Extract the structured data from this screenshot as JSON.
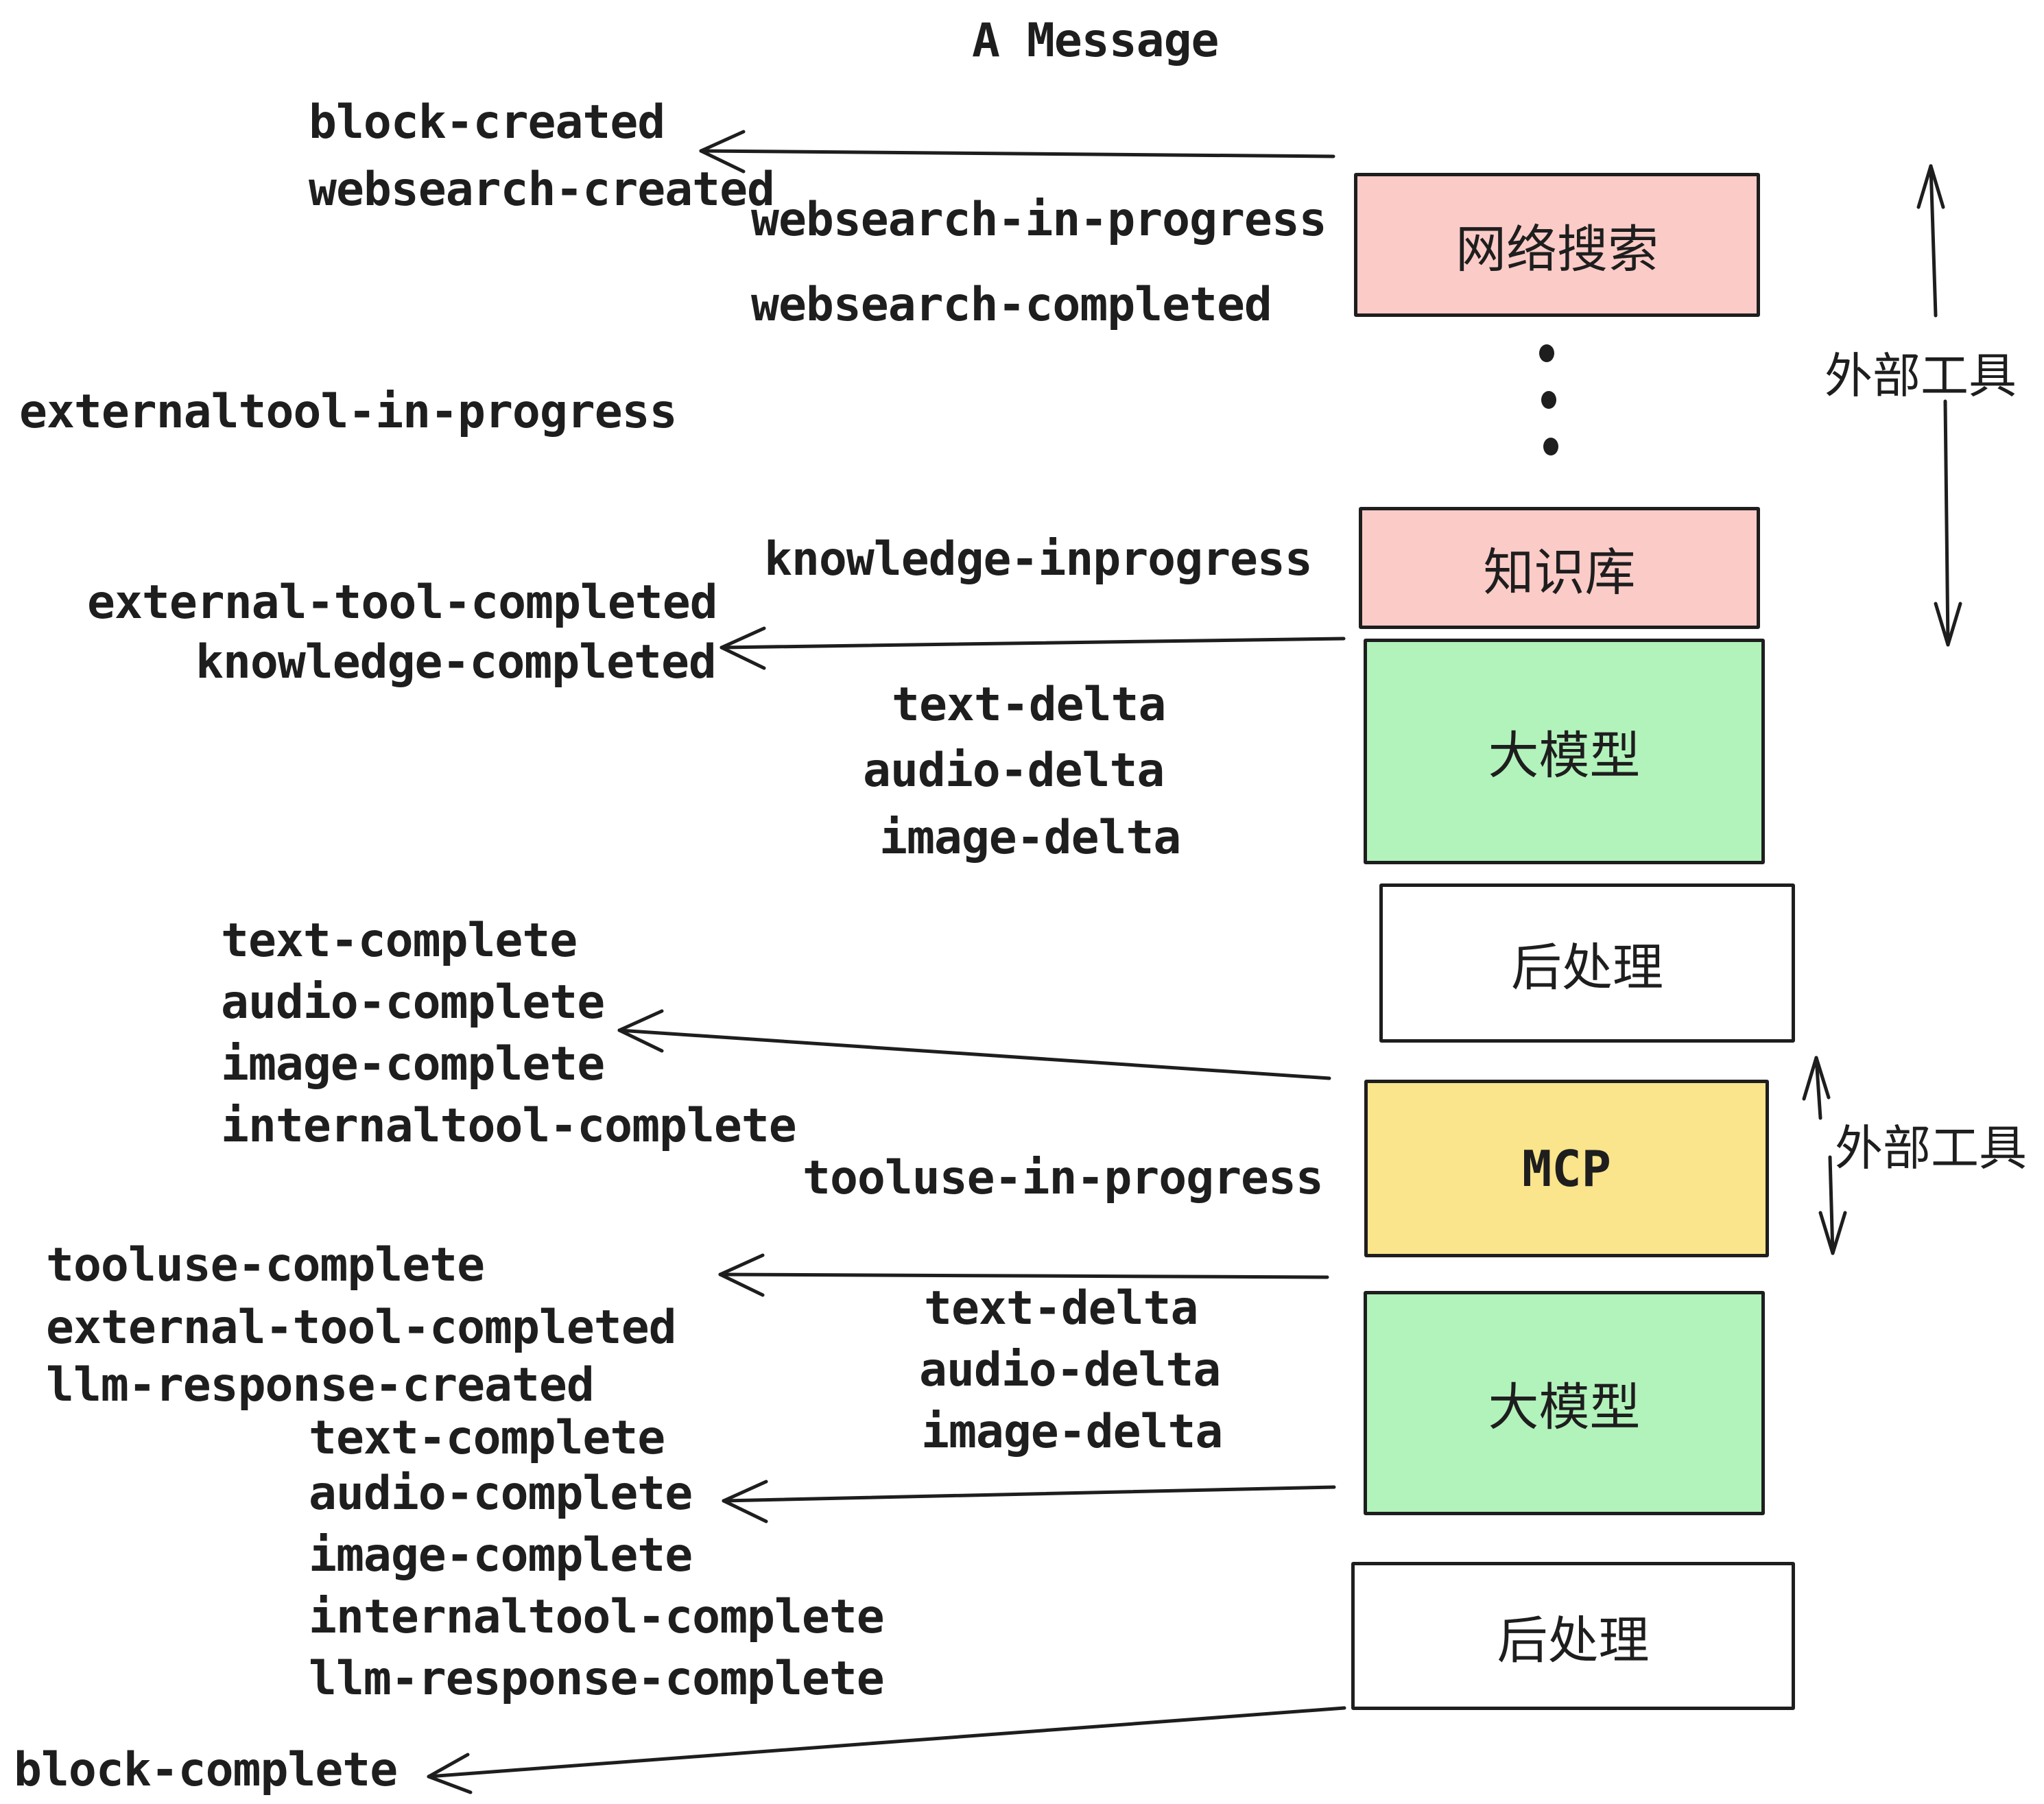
{
  "title": "A Message",
  "colors": {
    "stroke": "#1e1e1e",
    "pink": "#fbcbc7",
    "green": "#b2f2bb",
    "yellow": "#fae48c",
    "white": "#ffffff"
  },
  "boxes": [
    {
      "id": "websearch",
      "label": "网络搜索",
      "color": "#fbcbc7"
    },
    {
      "id": "knowledge",
      "label": "知识库",
      "color": "#fbcbc7"
    },
    {
      "id": "llm-1",
      "label": "大模型",
      "color": "#b2f2bb"
    },
    {
      "id": "post-1",
      "label": "后处理",
      "color": "#ffffff"
    },
    {
      "id": "mcp",
      "label": "MCP",
      "color": "#fae48c"
    },
    {
      "id": "llm-2",
      "label": "大模型",
      "color": "#b2f2bb"
    },
    {
      "id": "post-2",
      "label": "后处理",
      "color": "#ffffff"
    }
  ],
  "events": [
    {
      "text": "block-created"
    },
    {
      "text": "websearch-created"
    },
    {
      "text": "websearch-in-progress"
    },
    {
      "text": "websearch-completed"
    },
    {
      "text": "externaltool-in-progress"
    },
    {
      "text": "knowledge-inprogress"
    },
    {
      "text": "external-tool-completed"
    },
    {
      "text": "knowledge-completed"
    },
    {
      "text": "text-delta"
    },
    {
      "text": "audio-delta"
    },
    {
      "text": "image-delta"
    },
    {
      "text": "text-complete"
    },
    {
      "text": "audio-complete"
    },
    {
      "text": "image-complete"
    },
    {
      "text": "internaltool-complete"
    },
    {
      "text": "tooluse-in-progress"
    },
    {
      "text": "tooluse-complete"
    },
    {
      "text": "external-tool-completed"
    },
    {
      "text": "llm-response-created"
    },
    {
      "text": "text-delta"
    },
    {
      "text": "audio-delta"
    },
    {
      "text": "image-delta"
    },
    {
      "text": "text-complete"
    },
    {
      "text": "audio-complete"
    },
    {
      "text": "image-complete"
    },
    {
      "text": "internaltool-complete"
    },
    {
      "text": "llm-response-complete"
    },
    {
      "text": "block-complete"
    }
  ],
  "annotations": {
    "external_tools_top": "外部工具",
    "external_tools_mcp": "外部工具"
  }
}
